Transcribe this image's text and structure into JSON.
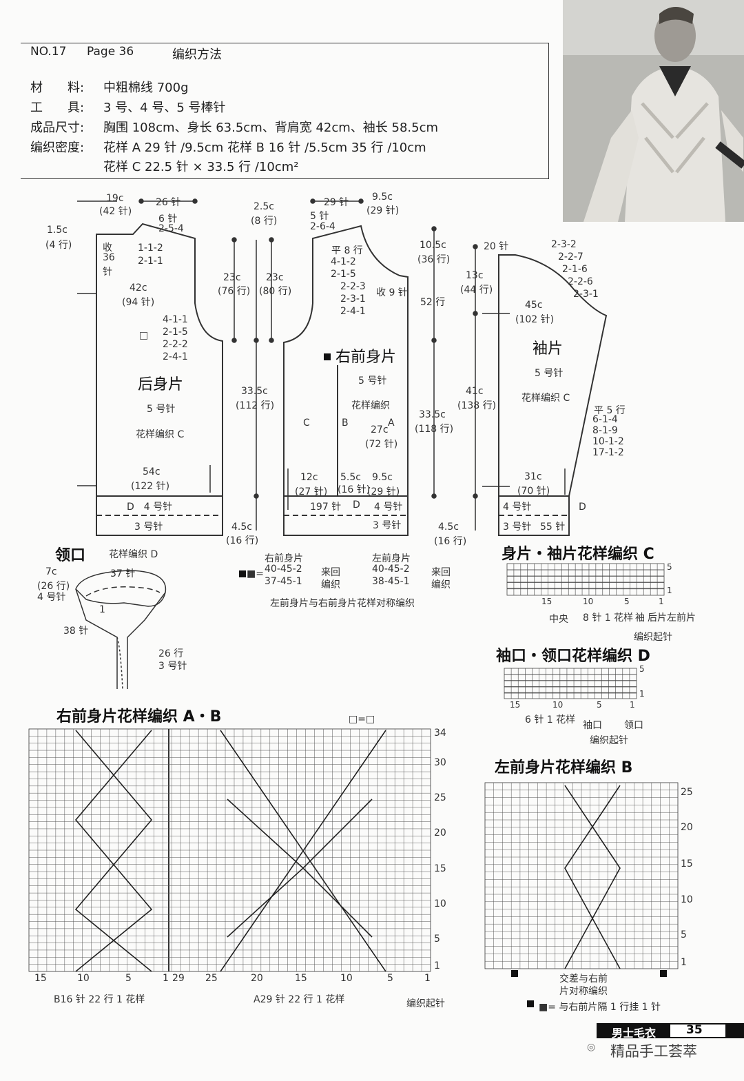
{
  "header": {
    "no": "NO.17",
    "page": "Page 36",
    "title": "编织方法",
    "material_label": "材　　料:",
    "material": "中粗棉线 700g",
    "tools_label": "工　　具:",
    "tools": "3 号、4 号、5 号棒针",
    "size_label": "成品尺寸:",
    "size": "胸围 108cm、身长 63.5cm、背肩宽 42cm、袖长  58.5cm",
    "gauge_label": "编织密度:",
    "gauge1": "花样 A  29 针 /9.5cm  花样 B  16 针 /5.5cm  35 行 /10cm",
    "gauge2": "花样 C  22.5 针 × 33.5 行 /10cm²"
  },
  "back": {
    "title": "后身片",
    "needle": "5 号针",
    "pattern": "花样编织 C",
    "w1": "19c",
    "w1s": "(42 针)",
    "w2": "26 针",
    "neck": "6 针",
    "neck_dec": [
      "2-5-4",
      "1-1-2",
      "2-1-1"
    ],
    "shoulder": "1.5c",
    "shoulder_rows": "(4 行)",
    "shrink": [
      "收",
      "36",
      "针"
    ],
    "mid": "42c",
    "mid_s": "(94 针)",
    "arm_mark": "□",
    "arm_dec": [
      "4-1-1",
      "2-1-5",
      "2-2-2",
      "2-4-1"
    ],
    "bottom": "54c",
    "bottom_s": "(122 针)",
    "band_D": "D　4 号针",
    "band_3": "3 号针"
  },
  "mid_measure": {
    "a": "2.5c",
    "a_s": "(8 行)",
    "b": "23c",
    "b_s": "(76 行)",
    "c": "23c",
    "c_s": "(80 行)",
    "d": "33.5c",
    "d_s": "(112 行)",
    "e": "4.5c",
    "e_s": "(16 行)"
  },
  "front": {
    "title": "右前身片",
    "needle": "5 号针",
    "pattern": "花样编织",
    "w1": "29 针",
    "w2": "9.5c",
    "w2s": "(29 针)",
    "neck": "5 针",
    "neck_dec": "2-6-4",
    "flat": "平 8 行",
    "dec": [
      "4-1-2",
      "2-1-5",
      "2-2-3",
      "2-3-1",
      "2-4-1"
    ],
    "shrink": "收 9 针",
    "C": "C",
    "B": "B",
    "A": "A",
    "mid": "27c",
    "mid_s": "(72 针)",
    "b1": "12c",
    "b1s": "(27 针)",
    "b2": "5.5c",
    "b2s": "(16 针)",
    "b3": "9.5c",
    "b3s": "(29 针)",
    "band": "197 针",
    "band_D": "D",
    "band_4": "4 号针",
    "band_3": "3 号针"
  },
  "front_measure": {
    "a": "10.5c",
    "a_s": "(36 行)",
    "b": "52 行",
    "c": "33.5c",
    "c_s": "(118 行)"
  },
  "sleeve": {
    "title": "袖片",
    "needle": "5 号针",
    "pattern": "花样编织 C",
    "top": "20 针",
    "cap_dec": [
      "2-3-2",
      "2-2-7",
      "2-1-6",
      "2-2-6",
      "2-3-1"
    ],
    "cap": "13c",
    "cap_s": "(44 行)",
    "mid": "45c",
    "mid_s": "(102 针)",
    "len": "41c",
    "len_s": "(138 行)",
    "inc": [
      "平 5 行",
      "6-1-4",
      "8-1-9",
      "10-1-2",
      "17-1-2"
    ],
    "bottom": "31c",
    "bottom_s": "(70 针)",
    "band_4": "4 号针",
    "band_3": "3 号针",
    "band_n": "55 针",
    "D": "D",
    "cuff": "4.5c",
    "cuff_s": "(16 行)"
  },
  "collar": {
    "title": "领口",
    "pattern": "花样编织 D",
    "w": "7c",
    "w_s": "(26 行)",
    "sts": "4 号针",
    "top": "37 针",
    "left": "38 针",
    "one": "1",
    "right": "26 行",
    "right2": "3 号针"
  },
  "notes": {
    "right_front": "右前身片",
    "left_front": "左前身片",
    "rf1": "40-45-2",
    "rf2": "37-45-1",
    "lf1": "40-45-2",
    "lf2": "38-45-1",
    "back_forth": "来回",
    "knit": "编织",
    "legend": "■=",
    "symmetric": "左前身片与右前身片花样对称编织"
  },
  "chartC": {
    "title": "身片・袖片花样编织 C",
    "row_top": "5",
    "row_bot": "1",
    "c15": "15",
    "c10": "10",
    "c5": "5",
    "c1": "1",
    "center": "中央",
    "repeat": "8 针 1 花样",
    "sleeve": "袖",
    "frontR": "后片左前片",
    "start": "编织起针"
  },
  "chartD": {
    "title": "袖口・领口花样编织 D",
    "row_top": "5",
    "row_bot": "1",
    "c15": "15",
    "c10": "10",
    "c5": "5",
    "c1": "1",
    "repeat": "6 针 1 花样",
    "cuff": "袖口",
    "collar": "领口",
    "start": "编织起针"
  },
  "chartAB": {
    "title": "右前身片花样编织 A・B",
    "legend": "□=□",
    "rows": [
      "34",
      "30",
      "25",
      "20",
      "15",
      "10",
      "5",
      "1"
    ],
    "colsB": [
      "15",
      "10",
      "5",
      "1"
    ],
    "colsA": [
      "29",
      "25",
      "20",
      "15",
      "10",
      "5",
      "1"
    ],
    "B": "B16 针 22 行 1 花样",
    "A": "A29 针 22 行 1 花样",
    "start": "编织起针"
  },
  "chartB2": {
    "title": "左前身片花样编织 B",
    "rows": [
      "25",
      "20",
      "15",
      "10",
      "5",
      "1"
    ],
    "note1": "交差与右前",
    "note2": "片对称编织",
    "legend": "■= 与右前片隔 1 行挂 1 针"
  },
  "footer": {
    "book": "男士毛衣",
    "page": "35",
    "watermark": "精品手工荟萃"
  }
}
